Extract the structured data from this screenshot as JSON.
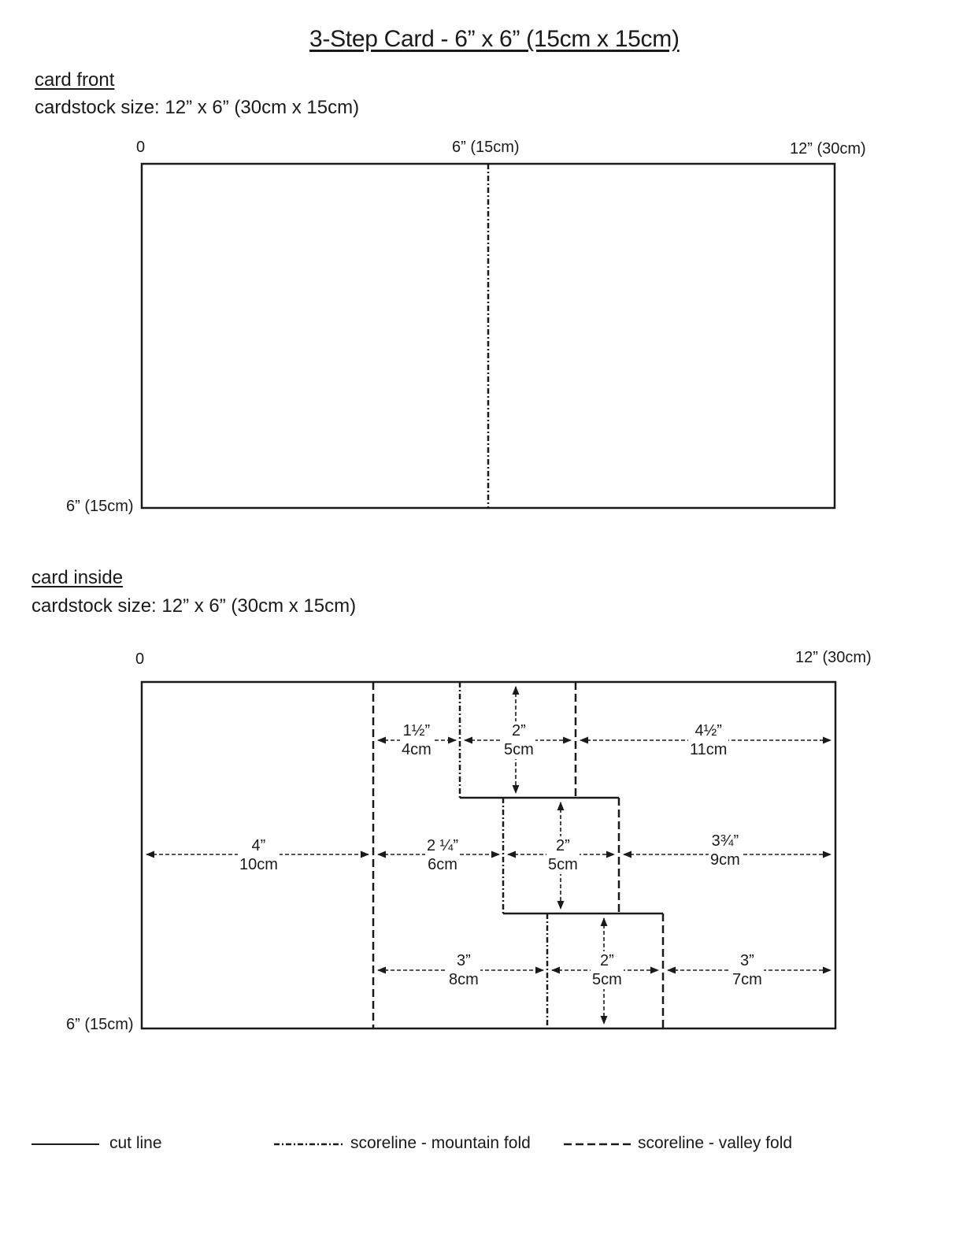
{
  "title": "3-Step Card - 6” x 6” (15cm x 15cm)",
  "front": {
    "heading": "card front",
    "cardstock": "cardstock size:  12” x 6” (30cm x 15cm)",
    "label_0": "0",
    "label_mid": "6” (15cm)",
    "label_right": "12” (30cm)",
    "label_bottom": "6” (15cm)"
  },
  "inside": {
    "heading": "card inside",
    "cardstock": "cardstock size:  12” x 6” (30cm x 15cm)",
    "label_0": "0",
    "label_right": "12” (30cm)",
    "label_bottom": "6” (15cm)",
    "dims": {
      "d1": {
        "in": "1½”",
        "cm": "4cm"
      },
      "d2": {
        "in": "2”",
        "cm": "5cm"
      },
      "d3": {
        "in": "4½”",
        "cm": "11cm"
      },
      "d4": {
        "in": "4”",
        "cm": "10cm"
      },
      "d5": {
        "in": "2 ¼”",
        "cm": "6cm"
      },
      "d6": {
        "in": "2”",
        "cm": "5cm"
      },
      "d7": {
        "in": "3¾”",
        "cm": "9cm"
      },
      "d8": {
        "in": "3”",
        "cm": "8cm"
      },
      "d9": {
        "in": "2”",
        "cm": "5cm"
      },
      "d10": {
        "in": "3”",
        "cm": "7cm"
      }
    }
  },
  "legend": {
    "cut": "cut line",
    "mountain": "scoreline - mountain fold",
    "valley": "scoreline - valley fold"
  }
}
